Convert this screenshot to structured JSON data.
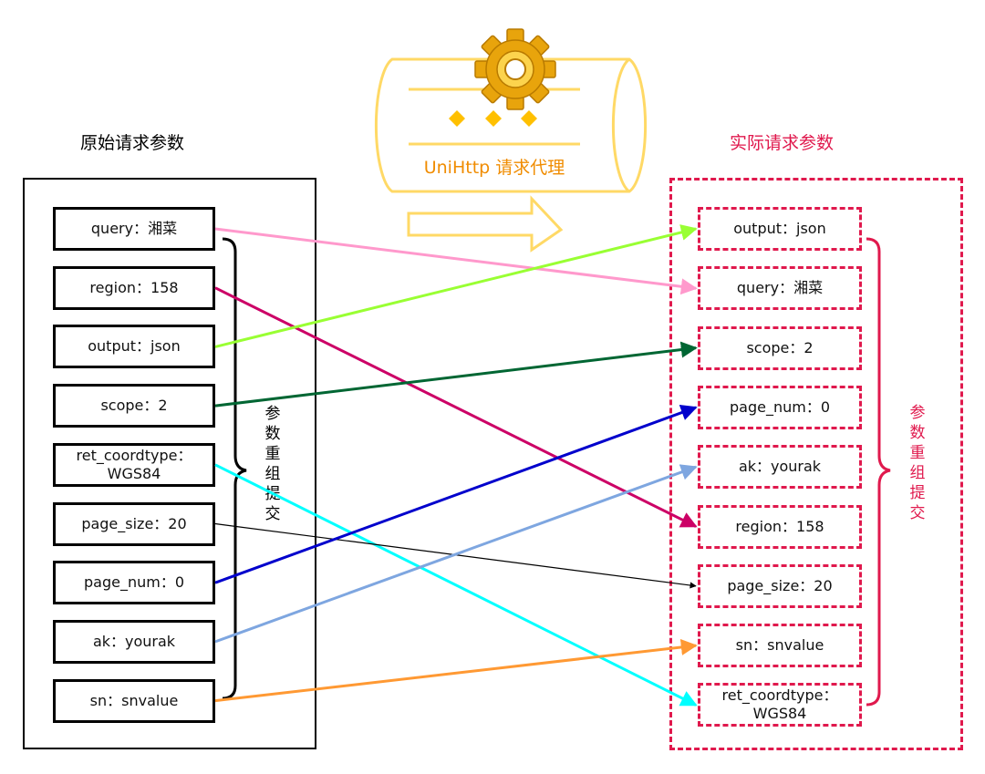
{
  "diagram": {
    "left_title": "原始请求参数",
    "right_title": "实际请求参数",
    "proxy_label": "UniHttp 请求代理",
    "regroup_label": "参数重组提交",
    "colors": {
      "right_accent": "#e0194d",
      "proxy_stroke": "#ffd966",
      "proxy_text": "#f08c00",
      "diamond": "#ffc000"
    },
    "left_params": [
      {
        "text": "query：湘菜"
      },
      {
        "text": "region：158"
      },
      {
        "text": "output：json"
      },
      {
        "text": "scope：2"
      },
      {
        "text": "ret_coordtype：\nWGS84"
      },
      {
        "text": "page_size：20"
      },
      {
        "text": "page_num：0"
      },
      {
        "text": "ak：yourak"
      },
      {
        "text": "sn：snvalue"
      }
    ],
    "right_params": [
      {
        "text": "output：json"
      },
      {
        "text": "query：湘菜"
      },
      {
        "text": "scope：2"
      },
      {
        "text": "page_num：0"
      },
      {
        "text": "ak：yourak"
      },
      {
        "text": "region：158"
      },
      {
        "text": "page_size：20"
      },
      {
        "text": "sn：snvalue"
      },
      {
        "text": "ret_coordtype：\nWGS84"
      }
    ],
    "mappings": [
      {
        "from": 0,
        "to": 1,
        "color": "#ff99cc"
      },
      {
        "from": 1,
        "to": 5,
        "color": "#cc0066"
      },
      {
        "from": 2,
        "to": 0,
        "color": "#99ff33"
      },
      {
        "from": 3,
        "to": 2,
        "color": "#006633"
      },
      {
        "from": 4,
        "to": 8,
        "color": "#00ffff"
      },
      {
        "from": 5,
        "to": 6,
        "color": "#000000"
      },
      {
        "from": 6,
        "to": 3,
        "color": "#0000cc"
      },
      {
        "from": 7,
        "to": 4,
        "color": "#7ea6e0"
      },
      {
        "from": 8,
        "to": 7,
        "color": "#ff9933"
      }
    ]
  }
}
